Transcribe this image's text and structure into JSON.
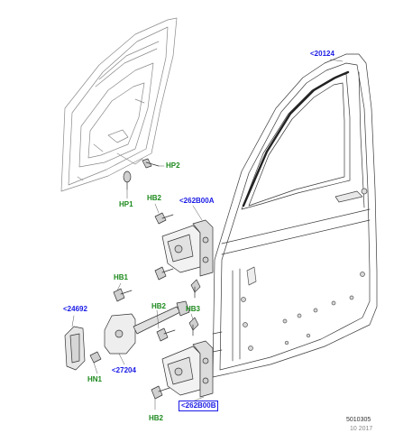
{
  "labels": {
    "door_shell": "<20124",
    "upper_hinge": "<262B00A",
    "lower_hinge": "<262B00B",
    "check_strap": "<27204",
    "trim_cover": "<24692",
    "hp2": "HP2",
    "hp1": "HP1",
    "hb2_top": "HB2",
    "hb1": "HB1",
    "hb2_mid": "HB2",
    "hb3": "HB3",
    "hn1": "HN1",
    "hb2_bottom": "HB2"
  },
  "footer": {
    "code": "5010305",
    "code_line2": "10 2017"
  }
}
